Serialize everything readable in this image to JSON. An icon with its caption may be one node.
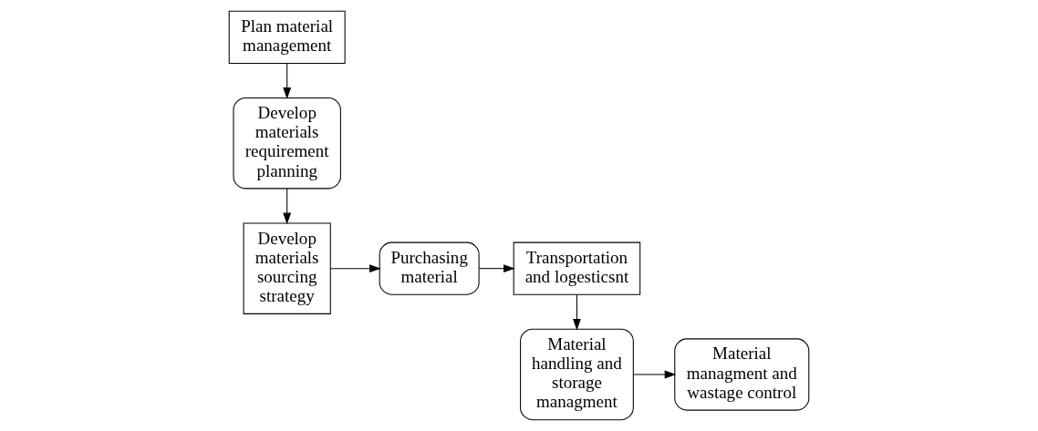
{
  "diagram": {
    "nodes": [
      {
        "text": [
          "Plan material management"
        ]
      },
      {
        "text": [
          "Develop materials requirement planning"
        ]
      },
      {
        "text": [
          "Develop materials sourcing strategy"
        ]
      },
      {
        "text": [
          "Purchasing material"
        ]
      },
      {
        "text": [
          "Transportation and logesticsnt"
        ]
      },
      {
        "text": [
          "Material handling and storage managment"
        ]
      },
      {
        "text": [
          "Material managment and wastage control"
        ]
      }
    ],
    "edges": [
      {
        "from": 0,
        "to": 1,
        "arrow": "to"
      },
      {
        "from": 1,
        "to": 2,
        "arrow": "to"
      },
      {
        "from": 2,
        "to": 3,
        "arrow": "to"
      },
      {
        "from": 3,
        "to": 4,
        "arrow": "to"
      },
      {
        "from": 4,
        "to": 5,
        "arrow": "to"
      },
      {
        "from": 5,
        "to": 6,
        "arrow": "to"
      }
    ]
  }
}
